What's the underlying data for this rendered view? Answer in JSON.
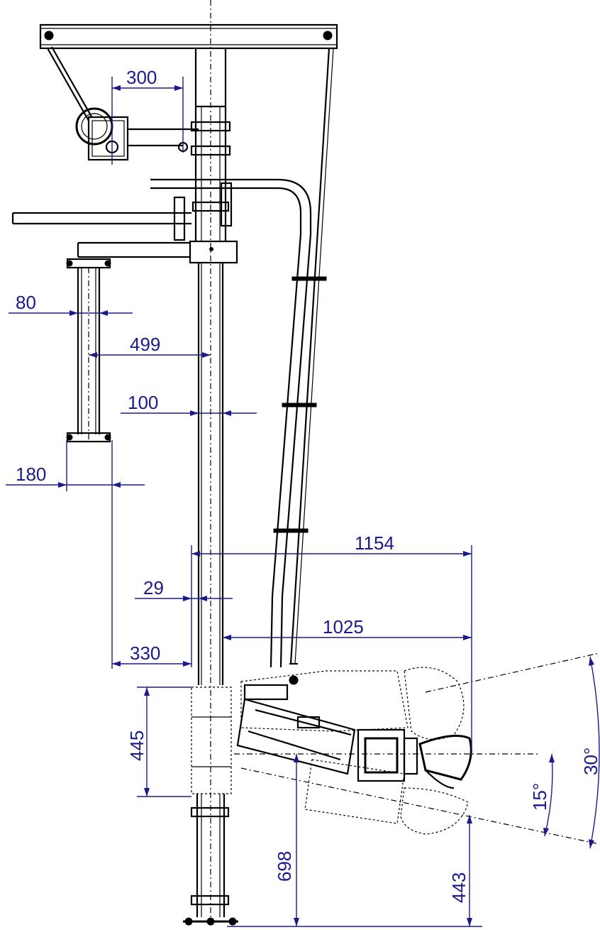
{
  "dimensions": {
    "d300": "300",
    "d80": "80",
    "d499": "499",
    "d100": "100",
    "d180": "180",
    "d1154": "1154",
    "d29": "29",
    "d1025": "1025",
    "d330": "330",
    "d445": "445",
    "d698": "698",
    "d443": "443",
    "a15": "15°",
    "a30": "30°"
  },
  "colors": {
    "dimension": "#1a1a8c",
    "linework": "#000000"
  }
}
